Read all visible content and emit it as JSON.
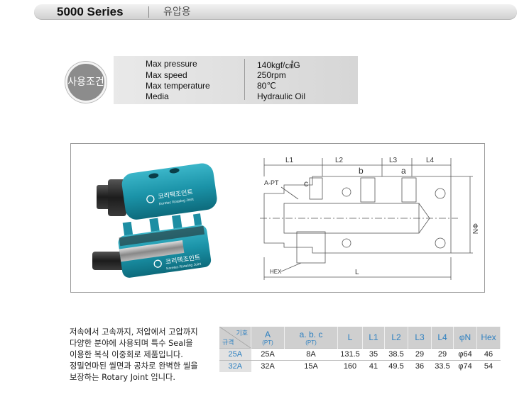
{
  "header": {
    "series": "5000 Series",
    "subtitle": "유압용"
  },
  "conditions": {
    "badge": "사용조건",
    "rows": [
      {
        "label": "Max pressure",
        "value": "140kgf/㎠G"
      },
      {
        "label": "Max speed",
        "value": "250rpm"
      },
      {
        "label": "Max temperature",
        "value": "80℃"
      },
      {
        "label": "Media",
        "value": "Hydraulic Oil"
      }
    ]
  },
  "product": {
    "brand_kr": "코리텍조인트",
    "brand_en": "Koretec Rotating Joint"
  },
  "drawing": {
    "dims": {
      "l1": "L1",
      "l2": "L2",
      "l3": "L3",
      "l4": "L4",
      "b": "b",
      "a": "a",
      "c": "c",
      "apt": "A-PT",
      "hex": "HEX",
      "l": "L",
      "n": "ΦN"
    }
  },
  "description": [
    "저속에서 고속까지, 저압에서 고압까지",
    "다양한 분야에 사용되며 특수 Seal을",
    "이용한 복식 이중회로 제품입니다.",
    "정밀연마된 씰면과 공차로 완벽한 씰을",
    "보장하는 Rotary Joint 입니다."
  ],
  "table": {
    "corner_top": "기호",
    "corner_bottom": "규격",
    "headers": [
      {
        "main": "A",
        "sub": "(PT)"
      },
      {
        "main": "a. b. c",
        "sub": "(PT)"
      },
      {
        "main": "L",
        "sub": ""
      },
      {
        "main": "L1",
        "sub": ""
      },
      {
        "main": "L2",
        "sub": ""
      },
      {
        "main": "L3",
        "sub": ""
      },
      {
        "main": "L4",
        "sub": ""
      },
      {
        "main": "φN",
        "sub": ""
      },
      {
        "main": "Hex",
        "sub": ""
      }
    ],
    "rows": [
      {
        "size": "25A",
        "cells": [
          "25A",
          "8A",
          "131.5",
          "35",
          "38.5",
          "29",
          "29",
          "φ64",
          "46"
        ]
      },
      {
        "size": "32A",
        "cells": [
          "32A",
          "15A",
          "160",
          "41",
          "49.5",
          "36",
          "33.5",
          "φ74",
          "54"
        ]
      }
    ]
  }
}
